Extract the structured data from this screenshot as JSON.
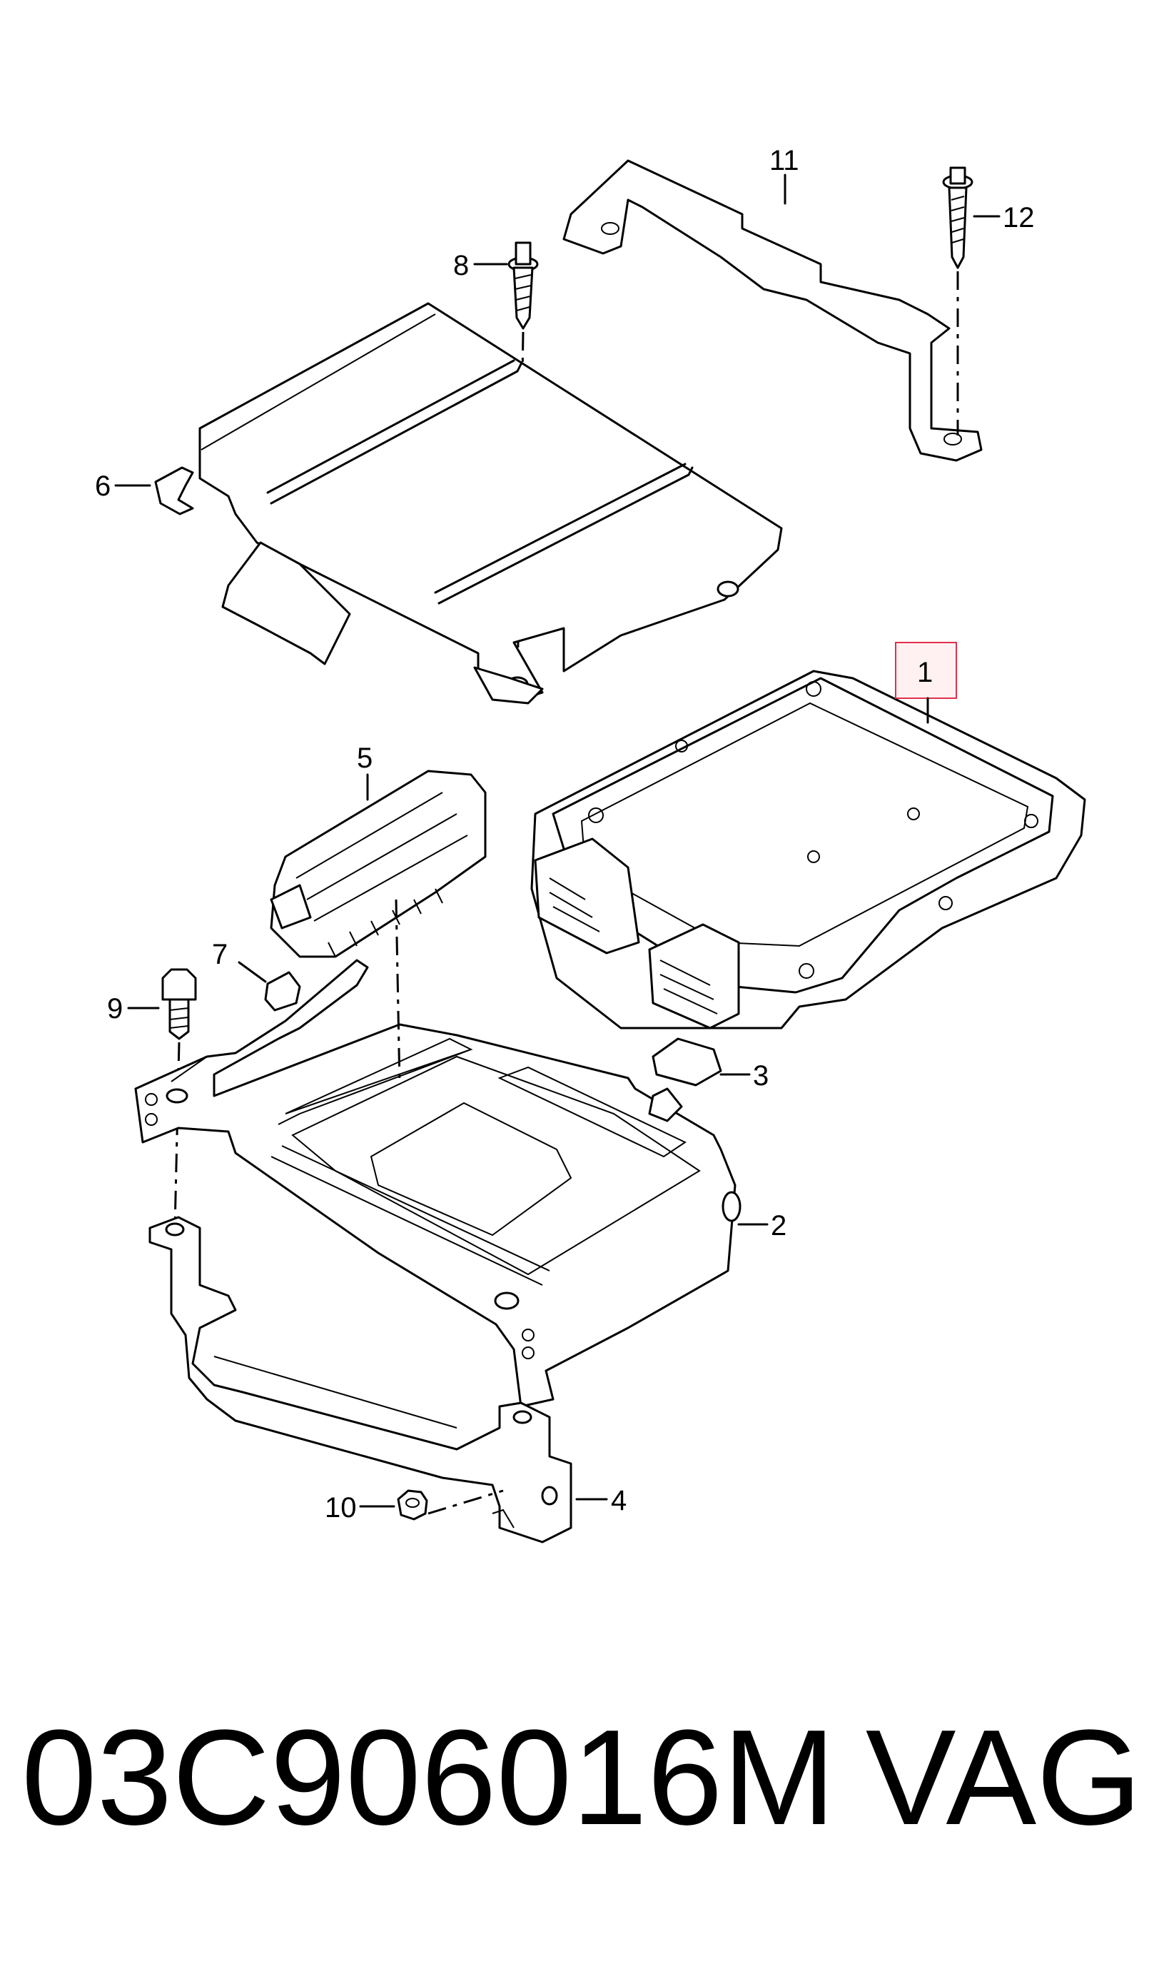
{
  "callouts": {
    "c1": "1",
    "c2": "2",
    "c3": "3",
    "c4": "4",
    "c5": "5",
    "c6": "6",
    "c7": "7",
    "c8": "8",
    "c9": "9",
    "c10": "10",
    "c11": "11",
    "c12": "12"
  },
  "highlight_color": "#e0304a",
  "footer": {
    "part_number": "03C906016M",
    "brand": "VAG"
  }
}
